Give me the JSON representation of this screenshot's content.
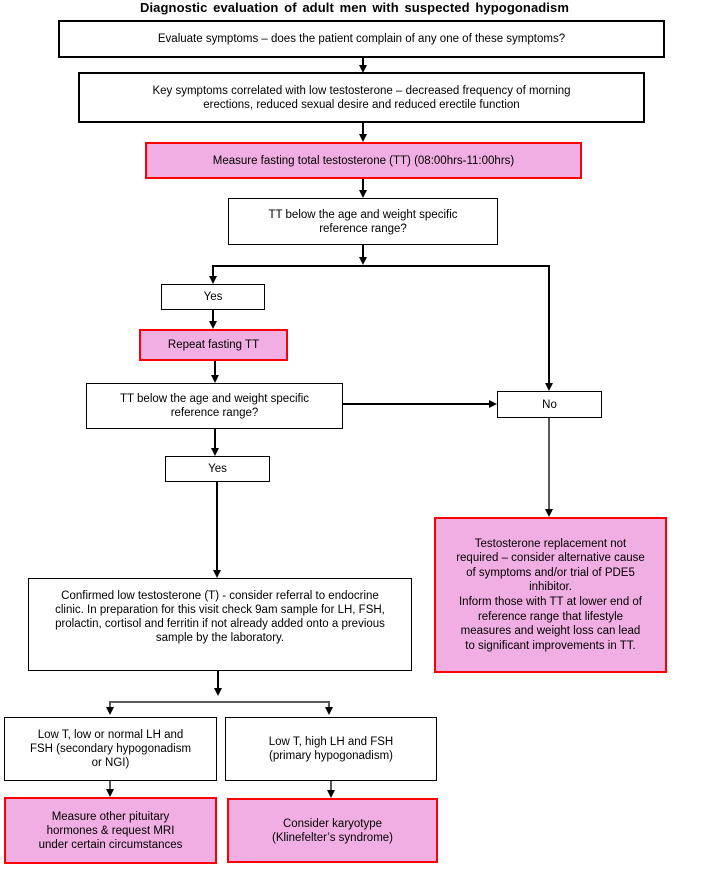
{
  "title": "Diagnostic evaluation of adult men with suspected hypogonadism",
  "colors": {
    "pink_fill": "#F0AEE3",
    "pink_border": "#FF0000",
    "box_border": "#000000",
    "connector_black": "#000000",
    "connector_gray": "#595959",
    "background": "#FFFFFF"
  },
  "nodes": {
    "evaluate": {
      "text": "Evaluate symptoms – does the patient complain of any one of these symptoms?"
    },
    "key_symptoms": {
      "text": "Key symptoms correlated with low testosterone – decreased frequency of morning erections, reduced sexual desire and reduced erectile function"
    },
    "measure_tt": {
      "text": "Measure fasting total testosterone (TT) (08:00hrs-11:00hrs)"
    },
    "tt_question_1": {
      "text": "TT below the age and weight specific reference range?"
    },
    "yes_1": {
      "text": "Yes"
    },
    "repeat_tt": {
      "text": "Repeat fasting TT"
    },
    "tt_question_2": {
      "text": "TT below the age and weight specific reference range?"
    },
    "no": {
      "text": "No"
    },
    "yes_2": {
      "text": "Yes"
    },
    "confirmed": {
      "text": "Confirmed low testosterone (T) - consider referral to endocrine clinic. In preparation for this visit check 9am sample for LH, FSH, prolactin, cortisol and ferritin if not already added onto a previous sample by the laboratory."
    },
    "trt_not_required": {
      "line1": "Testosterone replacement not required – consider alternative cause of symptoms and/or trial of PDE5 inhibitor.",
      "line2": "Inform those with TT at lower end of reference range that lifestyle measures and weight loss can lead to significant improvements in TT."
    },
    "secondary": {
      "text": "Low T, low or normal LH and FSH (secondary hypogonadism or NGI)"
    },
    "primary": {
      "text": "Low T, high LH and FSH (primary hypogonadism)"
    },
    "pituitary": {
      "text": "Measure other pituitary hormones & request MRI under certain circumstances"
    },
    "karyotype": {
      "text": "Consider karyotype (Klinefelter’s syndrome)"
    }
  }
}
